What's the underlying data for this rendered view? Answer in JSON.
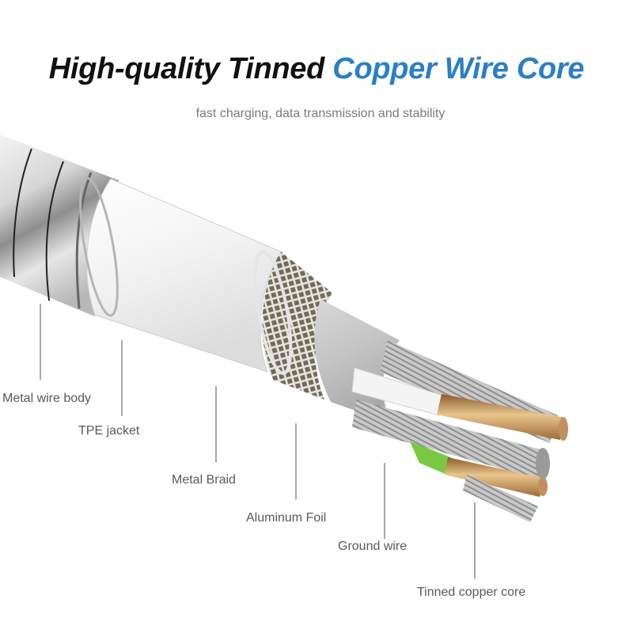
{
  "header": {
    "title_dark": "High-quality Tinned",
    "title_blue": "Copper Wire Core",
    "subtitle": "fast charging, data transmission and stability"
  },
  "colors": {
    "title_dark": "#111111",
    "title_blue": "#2a7fc7",
    "subtitle": "#7a7a7a",
    "label": "#5a5a5a",
    "leader_line": "#a8a8a8",
    "copper": "#c08850",
    "ground_insulation": "#7ac943",
    "tpe_jacket": "#f2f2f2"
  },
  "labels": [
    {
      "id": "metal-wire-body",
      "text": "Metal wire body"
    },
    {
      "id": "tpe-jacket",
      "text": "TPE jacket"
    },
    {
      "id": "metal-braid",
      "text": "Metal Braid"
    },
    {
      "id": "aluminum-foil",
      "text": "Aluminum Foil"
    },
    {
      "id": "ground-wire",
      "text": "Ground wire"
    },
    {
      "id": "tinned-copper-core",
      "text": "Tinned copper core"
    }
  ]
}
